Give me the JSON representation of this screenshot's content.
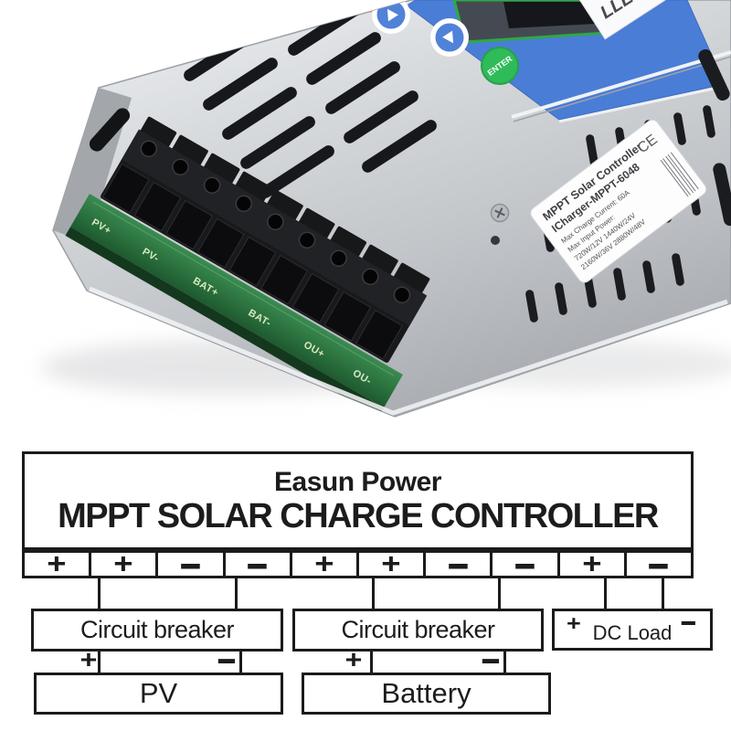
{
  "photo": {
    "panel": {
      "enter_button": "ENTER",
      "top_label_partial": "LLER",
      "up_icon": "triangle-up",
      "down_icon": "triangle-down"
    },
    "spec_label": {
      "title": "MPPT Solar Controller",
      "model": "ICharger-MPPT-6048",
      "ce_mark": "CE",
      "lines": [
        "Max Charge Current:  60A",
        "Max Input Power:",
        "720W/12V  1440W/24V",
        "2160W/36V  2880W/48V"
      ]
    },
    "pcb_labels": [
      "PV+",
      "PV-",
      "BAT+",
      "BAT-",
      "OU+",
      "OU-"
    ],
    "colors": {
      "panel_blue": "#4a7dd6",
      "enter_green": "#2fbb58",
      "display_green": "#2fa845",
      "orange_button": "#ec7a40"
    }
  },
  "diagram": {
    "title_line1": "Easun Power",
    "title_line2": "MPPT SOLAR CHARGE CONTROLLER",
    "terminals": [
      "+",
      "+",
      "-",
      "-",
      "+",
      "+",
      "-",
      "-",
      "+",
      "-"
    ],
    "pv_breaker_label": "Circuit breaker",
    "battery_breaker_label": "Circuit breaker",
    "dc_load_label": "DC Load",
    "pv_label": "PV",
    "battery_label": "Battery",
    "plus": "+",
    "minus": "-"
  }
}
